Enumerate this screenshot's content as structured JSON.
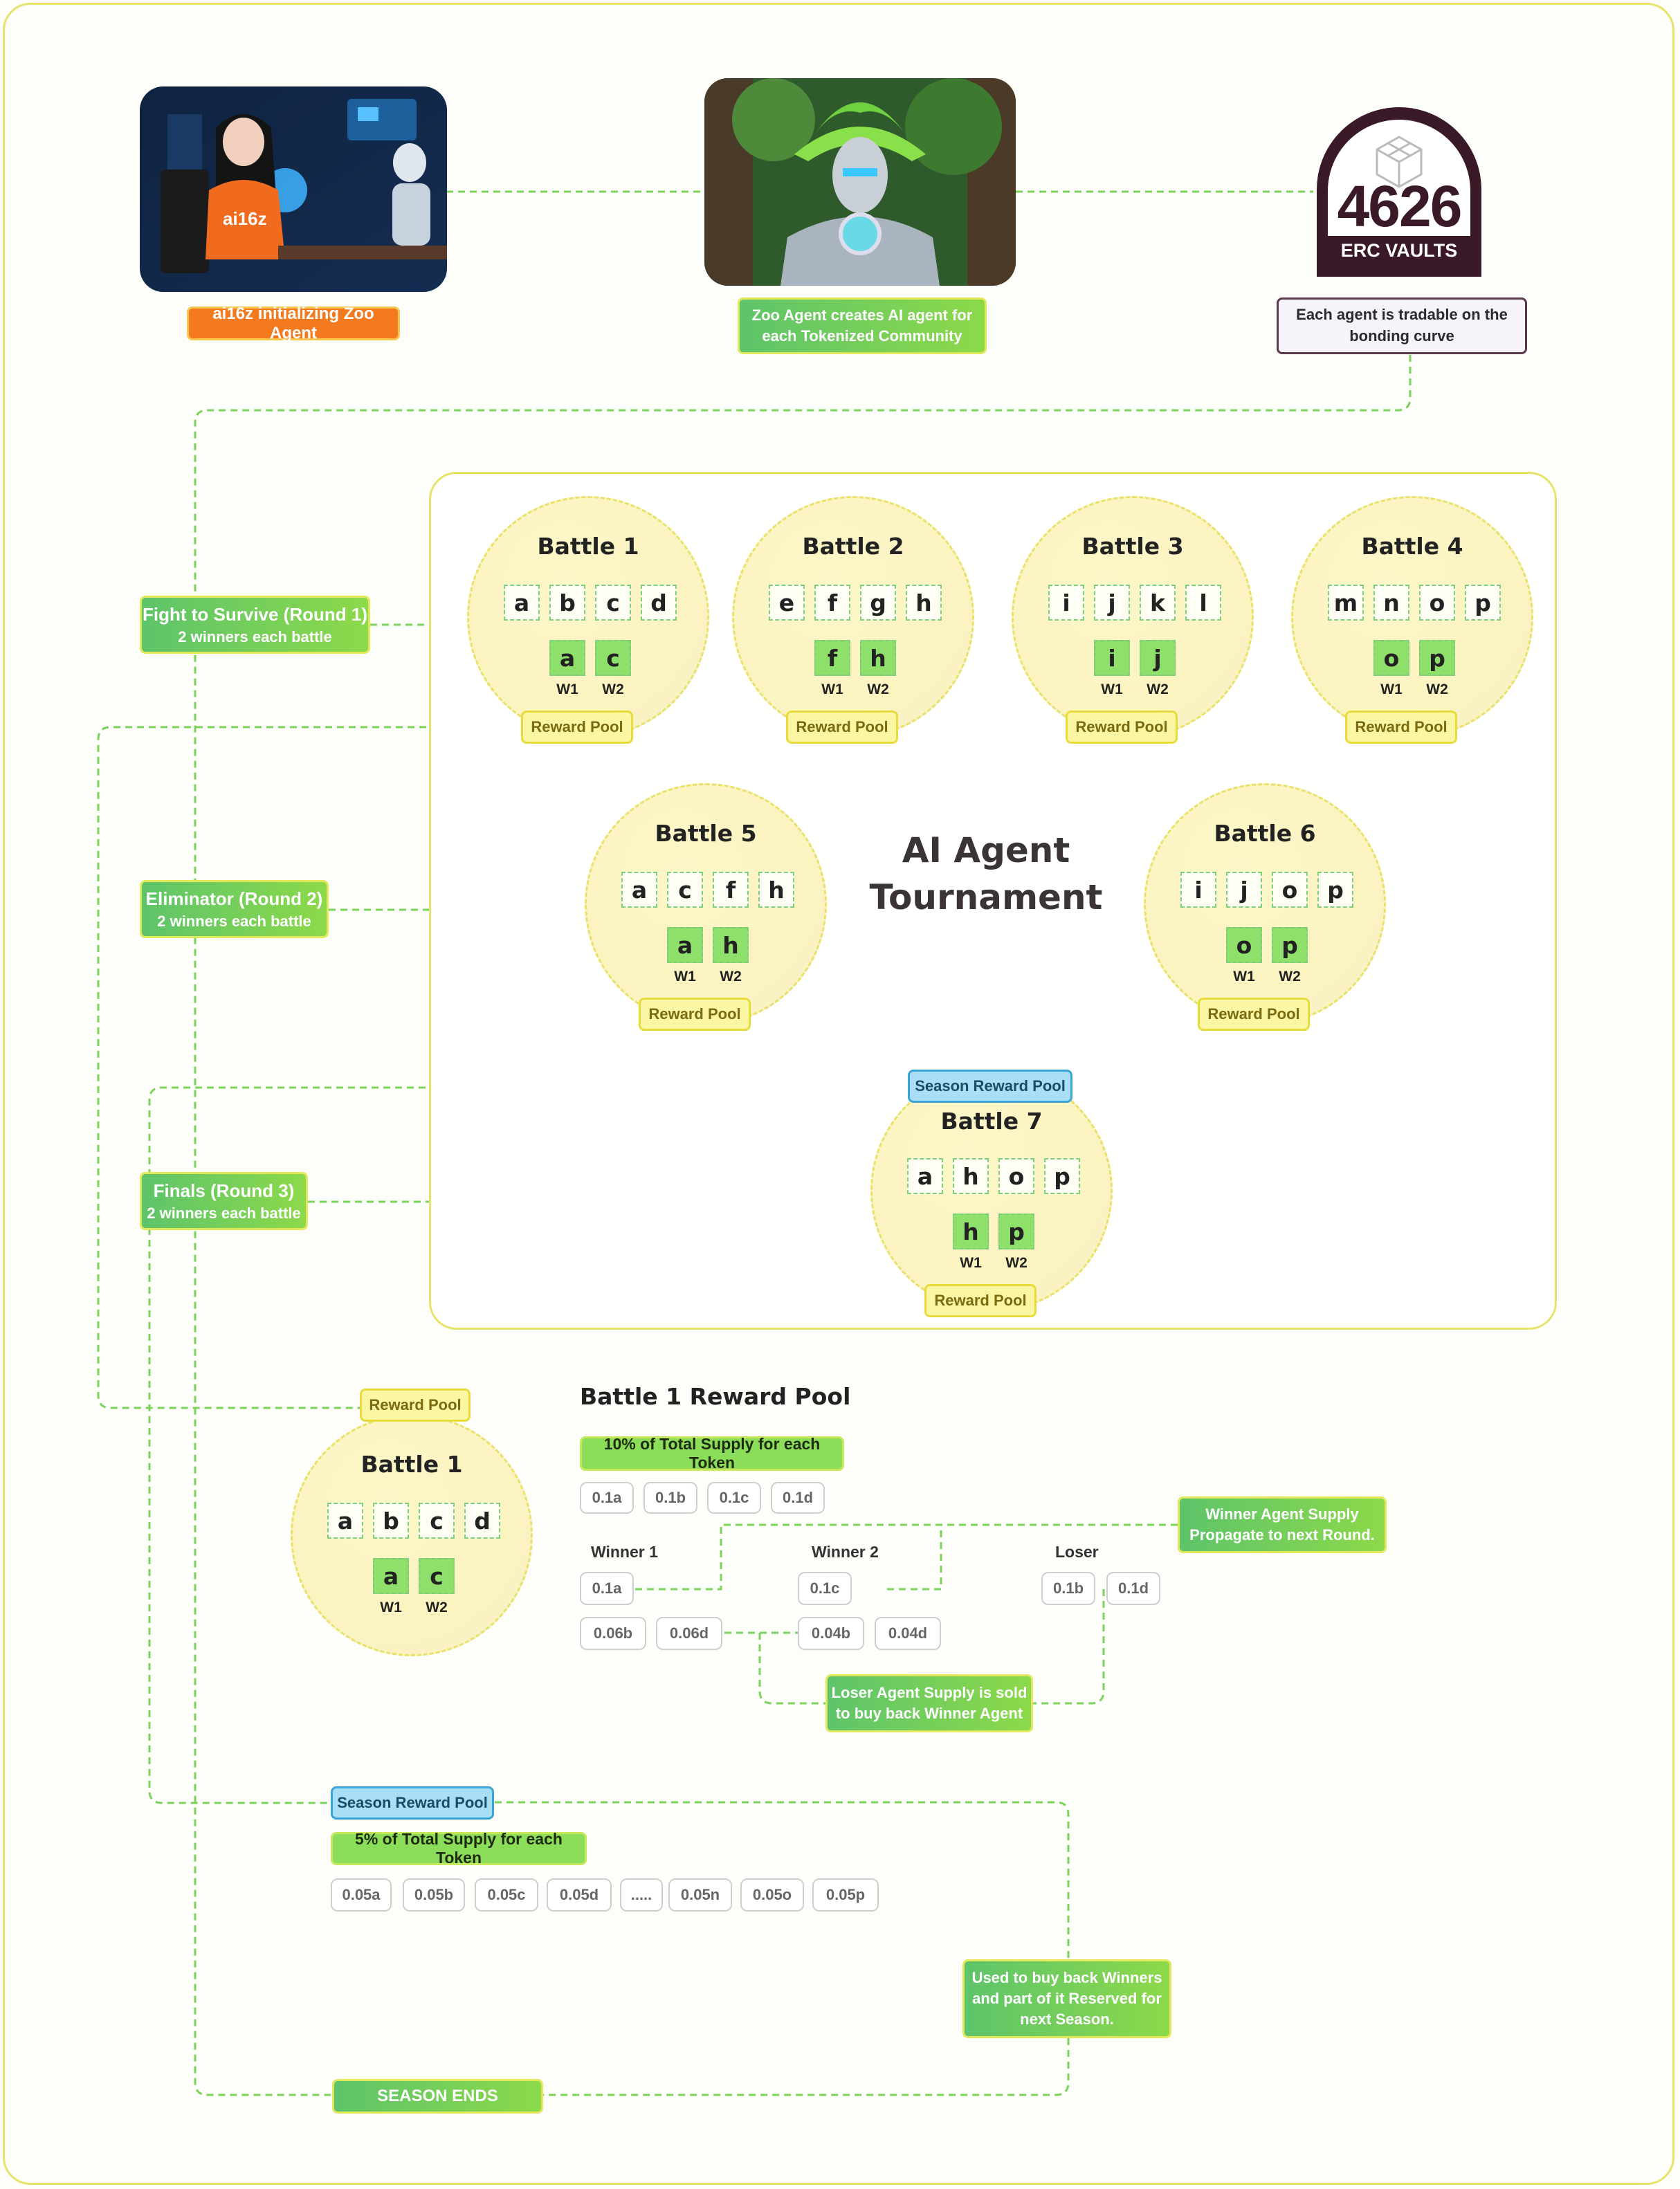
{
  "top": {
    "ai16z_label": "ai16z initializing Zoo Agent",
    "zoo_label_line1": "Zoo Agent creates AI agent for",
    "zoo_label_line2": "each Tokenized  Community",
    "vault_number": "4626",
    "vault_sub": "ERC VAULTS",
    "tradable_line1": "Each agent is tradable on the",
    "tradable_line2": "bonding curve",
    "shirt_text": "ai16z"
  },
  "rounds": {
    "r1_title": "Fight to Survive (Round 1)",
    "r1_sub": "2 winners each battle",
    "r2_title": "Eliminator (Round 2)",
    "r2_sub": "2 winners each battle",
    "r3_title": "Finals (Round 3)",
    "r3_sub": "2 winners each battle"
  },
  "tournament": {
    "title_line1": "AI Agent",
    "title_line2": "Tournament",
    "reward_pool": "Reward Pool",
    "season_reward_pool": "Season Reward Pool",
    "w1": "W1",
    "w2": "W2",
    "battles": [
      {
        "title": "Battle 1",
        "agents": [
          "a",
          "b",
          "c",
          "d"
        ],
        "winners": [
          "a",
          "c"
        ]
      },
      {
        "title": "Battle 2",
        "agents": [
          "e",
          "f",
          "g",
          "h"
        ],
        "winners": [
          "f",
          "h"
        ]
      },
      {
        "title": "Battle  3",
        "agents": [
          "i",
          "j",
          "k",
          "l"
        ],
        "winners": [
          "i",
          "j"
        ]
      },
      {
        "title": "Battle 4",
        "agents": [
          "m",
          "n",
          "o",
          "p"
        ],
        "winners": [
          "o",
          "p"
        ]
      },
      {
        "title": "Battle 5",
        "agents": [
          "a",
          "c",
          "f",
          "h"
        ],
        "winners": [
          "a",
          "h"
        ]
      },
      {
        "title": "Battle  6",
        "agents": [
          "i",
          "j",
          "o",
          "p"
        ],
        "winners": [
          "o",
          "p"
        ]
      },
      {
        "title": "Battle 7",
        "agents": [
          "a",
          "h",
          "o",
          "p"
        ],
        "winners": [
          "h",
          "p"
        ]
      }
    ]
  },
  "detail": {
    "reward_pool": "Reward Pool",
    "battle": {
      "title": "Battle 1",
      "agents": [
        "a",
        "b",
        "c",
        "d"
      ],
      "winners": [
        "a",
        "c"
      ]
    },
    "heading": "Battle 1 Reward Pool",
    "supply_tag": "10% of Total Supply for each Token",
    "supply_chips": [
      "0.1a",
      "0.1b",
      "0.1c",
      "0.1d"
    ],
    "winner1": "Winner 1",
    "winner2": "Winner 2",
    "loser": "Loser",
    "w1_chip": "0.1a",
    "w2_chip": "0.1c",
    "loser_chips": [
      "0.1b",
      "0.1d"
    ],
    "w1_extra": [
      "0.06b",
      "0.06d"
    ],
    "w2_extra": [
      "0.04b",
      "0.04d"
    ],
    "propagate_line1": "Winner Agent Supply",
    "propagate_line2": "Propagate to next Round.",
    "sold_line1": "Loser Agent Supply is sold",
    "sold_line2": "to buy back Winner Agent"
  },
  "season": {
    "pool": "Season Reward Pool",
    "supply_tag": "5% of Total Supply for each Token",
    "chips": [
      "0.05a",
      "0.05b",
      "0.05c",
      "0.05d",
      ".....",
      "0.05n",
      "0.05o",
      "0.05p"
    ],
    "used_line1": "Used to buy back Winners",
    "used_line2": "and part of it Reserved for",
    "used_line3": "next Season.",
    "ends": "SEASON ENDS"
  },
  "colors": {
    "green": "#8fe06a",
    "yellow": "#fbf6a4",
    "blue": "#a9def7",
    "orange": "#f47a1f",
    "line": "#7cd35a"
  }
}
